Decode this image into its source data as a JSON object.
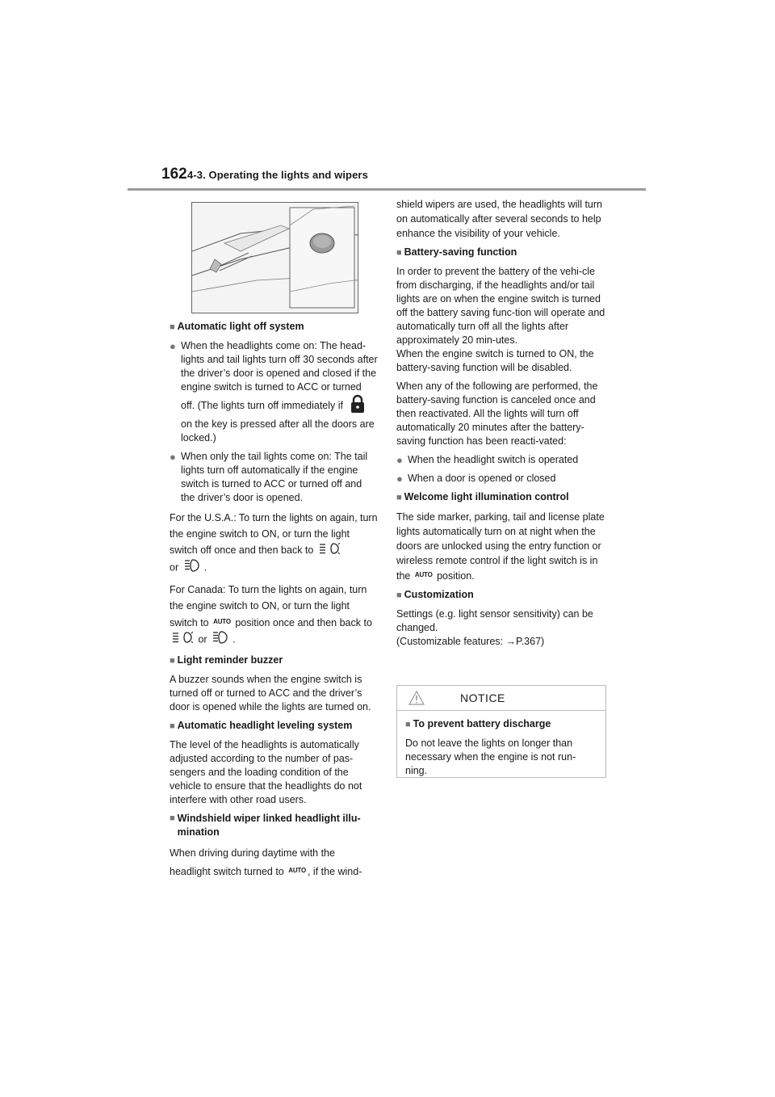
{
  "header": {
    "page_number": "162",
    "section_title": "4-3. Operating the lights and wipers"
  },
  "icons": {
    "lock": "padlock-icon",
    "low_beam": "low-beam-headlight-icon",
    "tail": "tail-light-icon",
    "auto": "AUTO",
    "warning": "warning-triangle-icon"
  },
  "left": {
    "auto_off_heading": "Automatic light off system",
    "bullet1_a": "When the headlights come on: The head-lights and tail lights turn off 30 seconds after the driver’s door is opened and closed if the engine switch is turned to ACC or turned off. (The lights turn off immediately if",
    "bullet1_b": "on the key is pressed after all the doors are locked.)",
    "bullet2": "When only the tail lights come on: The tail lights turn off automatically if the engine switch is turned to ACC or turned off and the driver’s door is opened.",
    "usa_a": "For the U.S.A.: To turn the lights on again, turn the engine switch to ON, or turn the light switch off once and then back to",
    "usa_or": "or",
    "usa_end": ".",
    "canada_a": "For Canada: To turn the lights on again, turn the engine switch to ON, or turn the light switch to",
    "canada_b": "position once and then back to",
    "canada_or": "or",
    "canada_end": ".",
    "buzzer_heading": "Light reminder buzzer",
    "buzzer_text": "A buzzer sounds when the engine switch is turned off or turned to ACC and the driver’s door is opened while the lights are turned on.",
    "leveling_heading": "Automatic headlight leveling system",
    "leveling_text": "The level of the headlights is automatically adjusted according to the number of pas-sengers and the loading condition of the vehicle to ensure that the headlights do not interfere with other road users.",
    "wiper_heading": "Windshield wiper linked headlight illu-mination",
    "wiper_text_a": "When driving during daytime with the headlight switch turned to",
    "wiper_text_b": ", if the wind-"
  },
  "right": {
    "wiper_text_c": "shield wipers are used, the headlights will turn on automatically after several seconds to help enhance the visibility of your vehicle.",
    "battery_heading": "Battery-saving function",
    "battery_p1": "In order to prevent the battery of the vehi-cle from discharging, if the headlights and/or tail lights are on when the engine switch is turned off the battery saving func-tion will operate and automatically turn off all the lights after approximately 20 min-utes.",
    "battery_p2": "When the engine switch is turned to ON, the battery-saving function will be disabled.",
    "battery_p3": "When any of the following are performed, the battery-saving function is canceled once and then reactivated. All the lights will turn off automatically 20 minutes after the battery-saving function has been reacti-vated:",
    "battery_b1": "When the headlight switch is operated",
    "battery_b2": "When a door is opened or closed",
    "welcome_heading": "Welcome light illumination control",
    "welcome_text_a": "The side marker, parking, tail and license plate lights automatically turn on at night when the doors are unlocked using the entry function or wireless remote control if the light switch is in the",
    "welcome_text_b": "position.",
    "custom_heading": "Customization",
    "custom_p1": "Settings (e.g. light sensor sensitivity) can be changed.",
    "custom_p2": "(Customizable features: →P.367)"
  },
  "notice": {
    "title": "NOTICE",
    "heading": "To prevent battery discharge",
    "text": "Do not leave the lights on longer than necessary when the engine is not run-ning."
  }
}
